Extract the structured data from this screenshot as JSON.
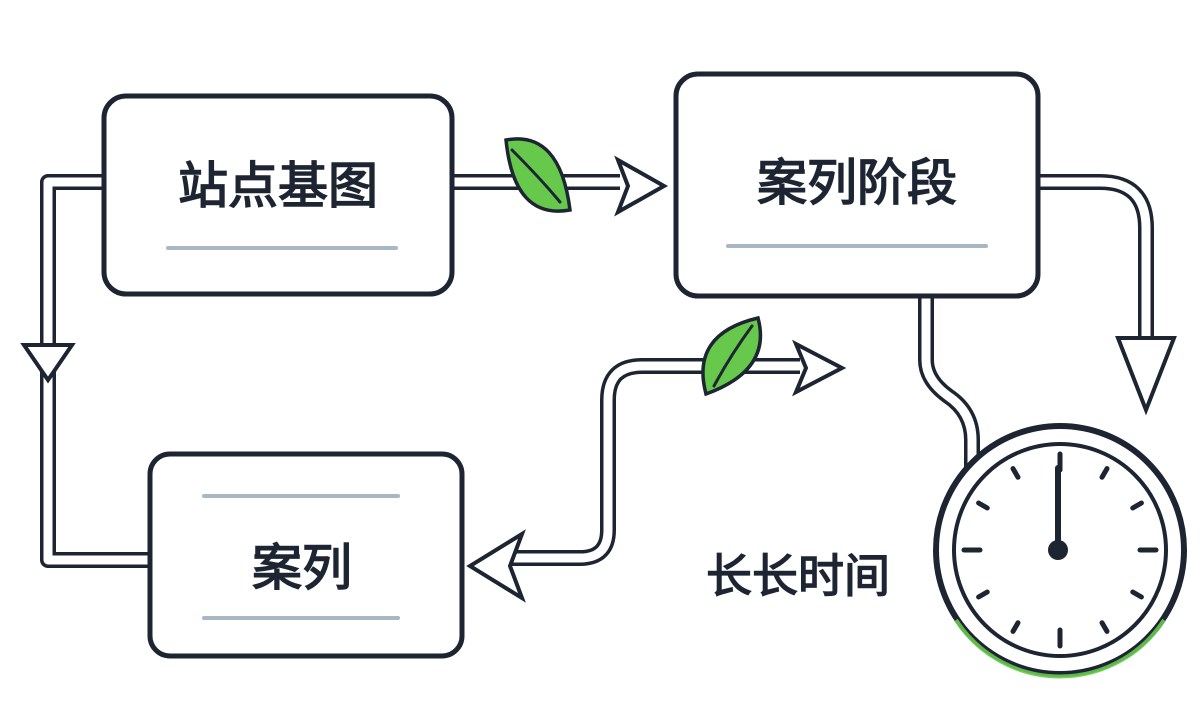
{
  "nodes": {
    "site_basemap": {
      "label": "站点基图"
    },
    "case_stage": {
      "label": "案列阶段"
    },
    "case": {
      "label": "案列"
    },
    "long_time": {
      "label": "长长时间"
    }
  },
  "colors": {
    "ink": "#1e2532",
    "accent_green": "#67c94c",
    "rule_gray": "#a9b6c4"
  },
  "icons": [
    "leaf-icon",
    "clock-icon",
    "arrow-head-icon"
  ]
}
